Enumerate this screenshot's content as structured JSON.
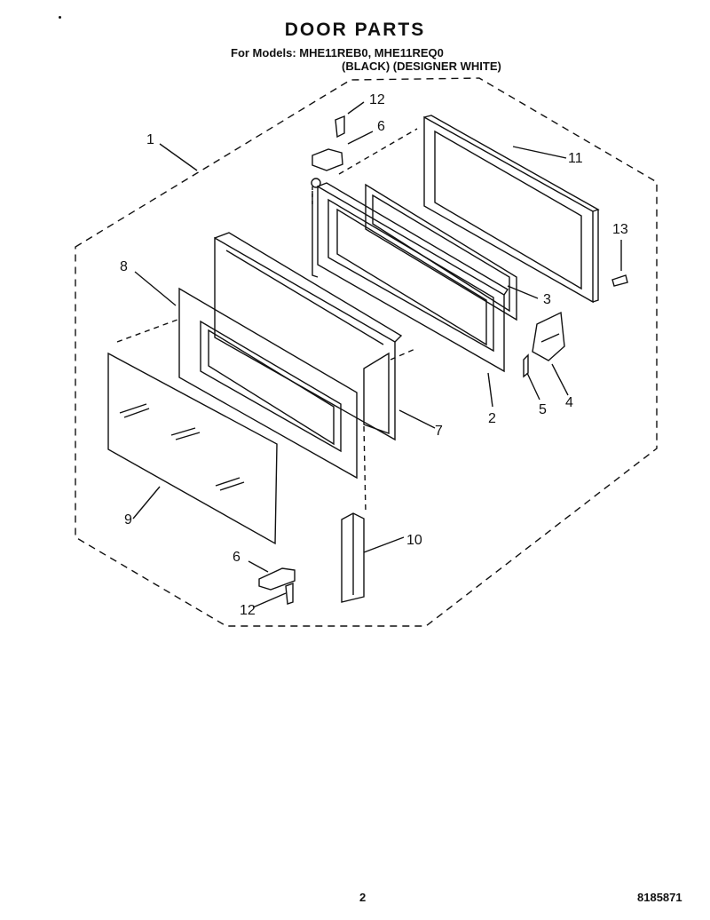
{
  "header": {
    "title": "DOOR PARTS",
    "models_line": "For Models: MHE11REB0, MHE11REQ0",
    "colors_line": "(BLACK) (DESIGNER WHITE)"
  },
  "callouts": [
    "1",
    "12",
    "6",
    "11",
    "13",
    "8",
    "3",
    "4",
    "5",
    "2",
    "7",
    "9",
    "10",
    "6",
    "12"
  ],
  "footer": {
    "page_number": "2",
    "doc_code": "8185871"
  }
}
